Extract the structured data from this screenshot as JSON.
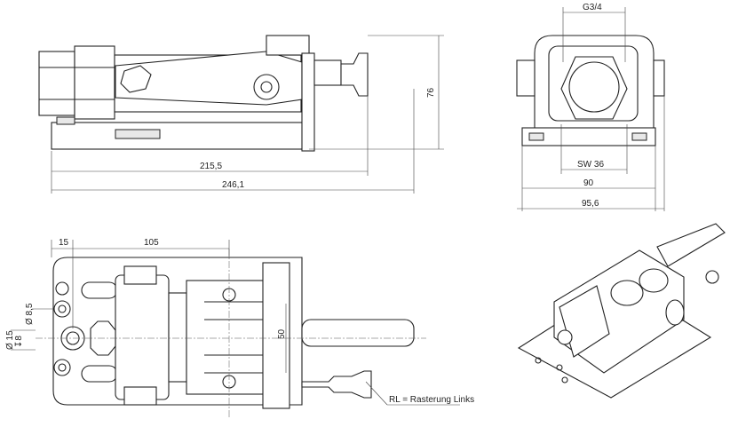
{
  "drawing": {
    "side_view": {
      "dim_height": "76",
      "dim_length_inner": "215,5",
      "dim_length_total": "246,1"
    },
    "front_view": {
      "dim_thread": "G3/4",
      "dim_wrench": "SW 36",
      "dim_width_inner": "90",
      "dim_width_total": "95,6"
    },
    "top_view": {
      "dim_edge": "15",
      "dim_spacing": "105",
      "dim_hole": "Ø 8,5",
      "dim_counterbore": "Ø 15",
      "dim_depth": "↧8",
      "dim_jaw": "50",
      "note": "RL = Rasterung Links"
    },
    "isometric_view": {}
  }
}
